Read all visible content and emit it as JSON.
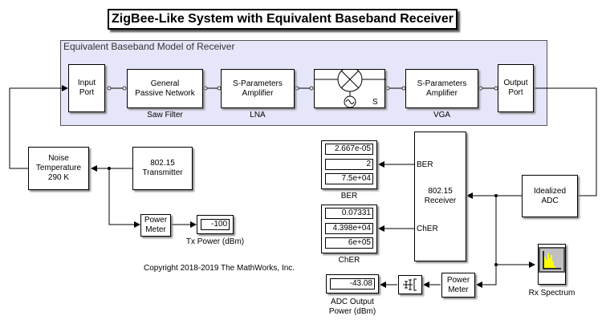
{
  "title": "ZigBee-Like System with Equivalent Baseband Receiver",
  "subsystem": {
    "title": "Equivalent Baseband Model of Receiver",
    "fill_color": "#e6e6fa",
    "blocks": {
      "input_port": "Input\nPort",
      "saw_filter": "General\nPassive Network",
      "saw_filter_label": "Saw Filter",
      "lna": "S-Parameters\nAmplifier",
      "lna_label": "LNA",
      "mixer_label": "S",
      "vga": "S-Parameters\nAmplifier",
      "vga_label": "VGA",
      "output_port": "Output\nPort"
    }
  },
  "blocks": {
    "noise_temp": "Noise\nTemperature\n290 K",
    "transmitter": "802.15\nTransmitter",
    "tx_power_meter": "Power\nMeter",
    "tx_power_display": "-100",
    "tx_power_label": "Tx Power (dBm)",
    "receiver": "802.15\nReceiver",
    "receiver_port_ber": "BER",
    "receiver_port_cher": "ChER",
    "adc": "Idealized\nADC",
    "rx_spectrum_label": "Rx Spectrum",
    "rx_power_meter": "Power\nMeter",
    "adc_power_display": "-43.08",
    "adc_power_label": "ADC Output\nPower (dBm)"
  },
  "ber_display": {
    "label": "BER",
    "values": [
      "2.667e-05",
      "2",
      "7.5e+04"
    ]
  },
  "cher_display": {
    "label": "ChER",
    "values": [
      "0.07331",
      "4.398e+04",
      "6e+05"
    ]
  },
  "copyright": "Copyright 2018-2019 The MathWorks, Inc."
}
